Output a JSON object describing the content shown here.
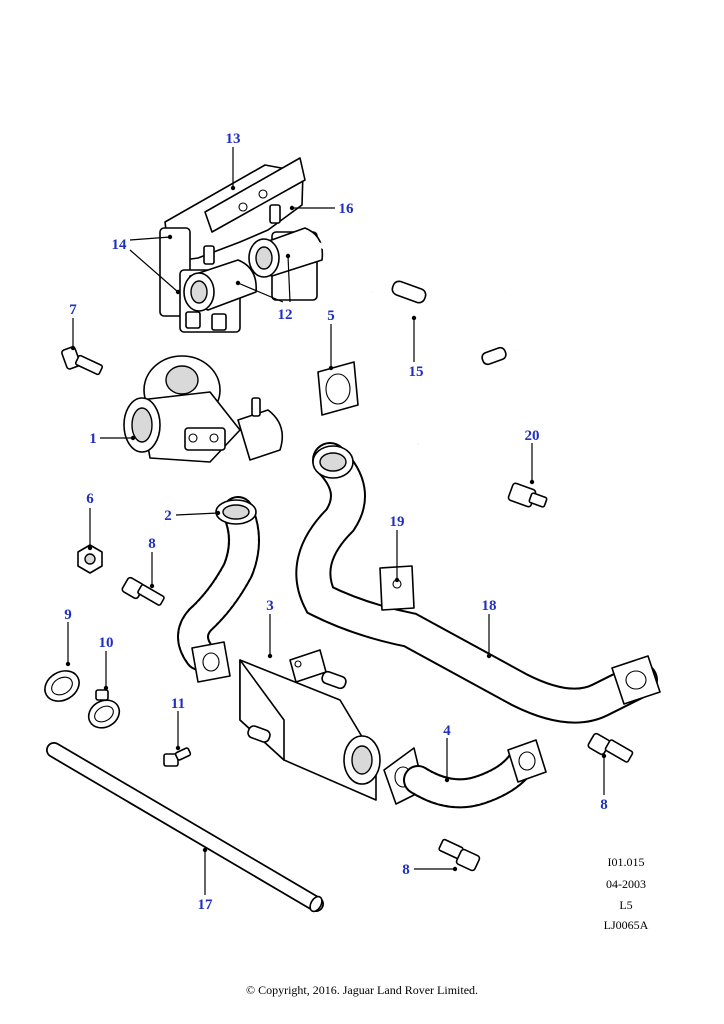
{
  "callouts": [
    {
      "id": "13",
      "label": "13"
    },
    {
      "id": "16",
      "label": "16"
    },
    {
      "id": "14",
      "label": "14"
    },
    {
      "id": "12",
      "label": "12"
    },
    {
      "id": "7",
      "label": "7"
    },
    {
      "id": "5",
      "label": "5"
    },
    {
      "id": "15",
      "label": "15"
    },
    {
      "id": "1",
      "label": "1"
    },
    {
      "id": "20",
      "label": "20"
    },
    {
      "id": "6",
      "label": "6"
    },
    {
      "id": "2",
      "label": "2"
    },
    {
      "id": "19",
      "label": "19"
    },
    {
      "id": "8a",
      "label": "8"
    },
    {
      "id": "18",
      "label": "18"
    },
    {
      "id": "3",
      "label": "3"
    },
    {
      "id": "9",
      "label": "9"
    },
    {
      "id": "10",
      "label": "10"
    },
    {
      "id": "11",
      "label": "11"
    },
    {
      "id": "4",
      "label": "4"
    },
    {
      "id": "8b",
      "label": "8"
    },
    {
      "id": "8c",
      "label": "8"
    },
    {
      "id": "17",
      "label": "17"
    }
  ],
  "reference": {
    "code": "I01.015",
    "date": "04-2003",
    "level": "L5",
    "drawing": "LJ0065A"
  },
  "footer": {
    "copyright": "© Copyright, 2016. Jaguar Land Rover Limited."
  },
  "colors": {
    "callout": "#1f2fbf",
    "line": "#000000",
    "background": "#ffffff"
  }
}
